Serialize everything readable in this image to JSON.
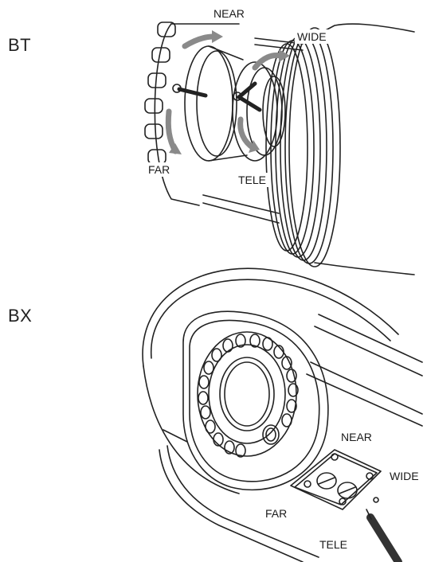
{
  "sections": [
    {
      "id": "bt",
      "label": "BT",
      "callouts": {
        "near": "NEAR",
        "wide": "WIDE",
        "far": "FAR",
        "tele": "TELE"
      }
    },
    {
      "id": "bx",
      "label": "BX",
      "callouts": {
        "near": "NEAR",
        "wide": "WIDE",
        "far": "FAR",
        "tele": "TELE"
      }
    }
  ],
  "colors": {
    "line": "#222222",
    "arrow": "#8a8a8a",
    "background": "#ffffff"
  }
}
